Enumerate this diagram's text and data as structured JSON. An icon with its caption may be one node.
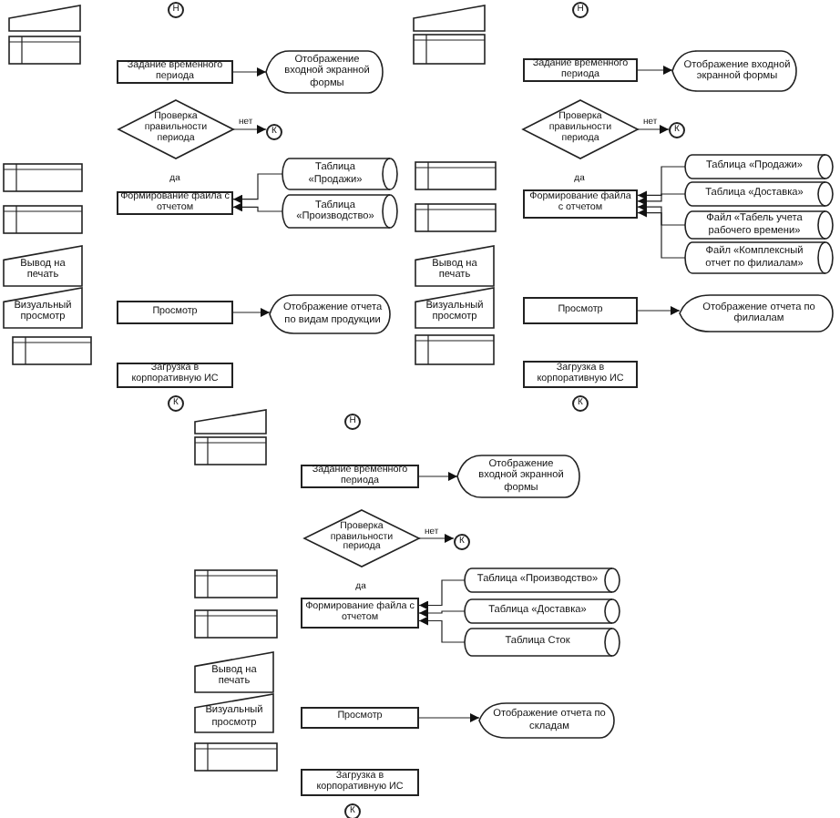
{
  "diagram": {
    "nodes": [
      {
        "text": [],
        "shape": "trapezoid"
      },
      {
        "text": [
          "Н"
        ]
      },
      {
        "text": [],
        "shape": "box"
      },
      {
        "text": [
          "Задание временного периода"
        ]
      },
      {
        "text": [
          "Отображение входной экранной формы"
        ]
      },
      {
        "text": [
          "Проверка правильности периода"
        ]
      },
      {
        "text": [
          "К"
        ]
      },
      {
        "text": [],
        "shape": "box"
      },
      {
        "text": [
          "Таблица «Продажи»"
        ]
      },
      {
        "text": [
          "Формирование файла с отчетом"
        ]
      },
      {
        "text": [
          "Таблица «Производство»"
        ]
      },
      {
        "text": [],
        "shape": "box"
      },
      {
        "text": [
          "Вывод на печать"
        ]
      },
      {
        "text": [
          "Визуальный просмотр"
        ]
      },
      {
        "text": [
          "Просмотр"
        ]
      },
      {
        "text": [
          "Отображение отчета по видам продукции"
        ]
      },
      {
        "text": [],
        "shape": "box"
      },
      {
        "text": [
          "Загрузка в корпоративную ИС"
        ]
      },
      {
        "text": [
          "К"
        ]
      },
      {
        "text": [],
        "shape": "trapezoid"
      },
      {
        "text": [
          "Н"
        ]
      },
      {
        "text": [],
        "shape": "box"
      },
      {
        "text": [
          "Задание временного периода"
        ]
      },
      {
        "text": [
          "Отображение входной экранной формы"
        ]
      },
      {
        "text": [
          "Проверка правильности периода"
        ]
      },
      {
        "text": [
          "К"
        ]
      },
      {
        "text": [],
        "shape": "box"
      },
      {
        "text": [
          "Таблица «Продажи»"
        ]
      },
      {
        "text": [
          "Формирование файла с отчетом"
        ]
      },
      {
        "text": [
          "Таблица «Доставка»"
        ]
      },
      {
        "text": [],
        "shape": "box"
      },
      {
        "text": [
          "Файл «Табель учета рабочего времени»"
        ]
      },
      {
        "text": [
          "Файл «Комплексный отчет по филиалам»"
        ]
      },
      {
        "text": [
          "Вывод на печать"
        ]
      },
      {
        "text": [
          "Визуальный просмотр"
        ]
      },
      {
        "text": [
          "Просмотр"
        ]
      },
      {
        "text": [
          "Отображение отчета по филиалам"
        ]
      },
      {
        "text": [],
        "shape": "box"
      },
      {
        "text": [
          "Загрузка в корпоративную ИС"
        ]
      },
      {
        "text": [
          "К"
        ]
      },
      {
        "text": [],
        "shape": "trapezoid"
      },
      {
        "text": [
          "Н"
        ]
      },
      {
        "text": [],
        "shape": "box"
      },
      {
        "text": [
          "Задание временного периода"
        ]
      },
      {
        "text": [
          "Отображение входной экранной формы"
        ]
      },
      {
        "text": [
          "Проверка правильности периода"
        ]
      },
      {
        "text": [
          "К"
        ]
      },
      {
        "text": [
          "Таблица «Производство»"
        ]
      },
      {
        "text": [],
        "shape": "box"
      },
      {
        "text": [
          "Формирование файла с отчетом"
        ]
      },
      {
        "text": [
          "Таблица «Доставка»"
        ]
      },
      {
        "text": [],
        "shape": "box"
      },
      {
        "text": [
          "Таблица Сток"
        ]
      },
      {
        "text": [
          "Вывод на печать"
        ]
      },
      {
        "text": [
          "Визуальный просмотр"
        ]
      },
      {
        "text": [
          "Просмотр"
        ]
      },
      {
        "text": [
          "Отображение отчета по складам"
        ]
      },
      {
        "text": [],
        "shape": "box"
      },
      {
        "text": [
          "Загрузка в корпоративную ИС"
        ]
      },
      {
        "text": [
          "К"
        ]
      }
    ],
    "edges": [
      {
        "from": 3,
        "to": 4,
        "arrow": "to"
      },
      {
        "from": 5,
        "to": 6,
        "arrow": "to",
        "label": "нет"
      },
      {
        "from": 8,
        "to": 9,
        "arrow": "to"
      },
      {
        "from": 10,
        "to": 9,
        "arrow": "to"
      },
      {
        "from": 14,
        "to": 15,
        "arrow": "to"
      },
      {
        "from": 22,
        "to": 23,
        "arrow": "to"
      },
      {
        "from": 24,
        "to": 25,
        "arrow": "to",
        "label": "нет"
      },
      {
        "from": 27,
        "to": 28,
        "arrow": "to"
      },
      {
        "from": 29,
        "to": 28,
        "arrow": "to"
      },
      {
        "from": 31,
        "to": 28,
        "arrow": "to"
      },
      {
        "from": 32,
        "to": 28,
        "arrow": "to"
      },
      {
        "from": 35,
        "to": 36,
        "arrow": "to"
      },
      {
        "from": 43,
        "to": 44,
        "arrow": "to"
      },
      {
        "from": 45,
        "to": 46,
        "arrow": "to",
        "label": "нет"
      },
      {
        "from": 47,
        "to": 49,
        "arrow": "to"
      },
      {
        "from": 50,
        "to": 49,
        "arrow": "to"
      },
      {
        "from": 52,
        "to": 49,
        "arrow": "to"
      },
      {
        "from": 55,
        "to": 56,
        "arrow": "to"
      }
    ],
    "labels": [
      "да",
      "да",
      "да"
    ]
  }
}
